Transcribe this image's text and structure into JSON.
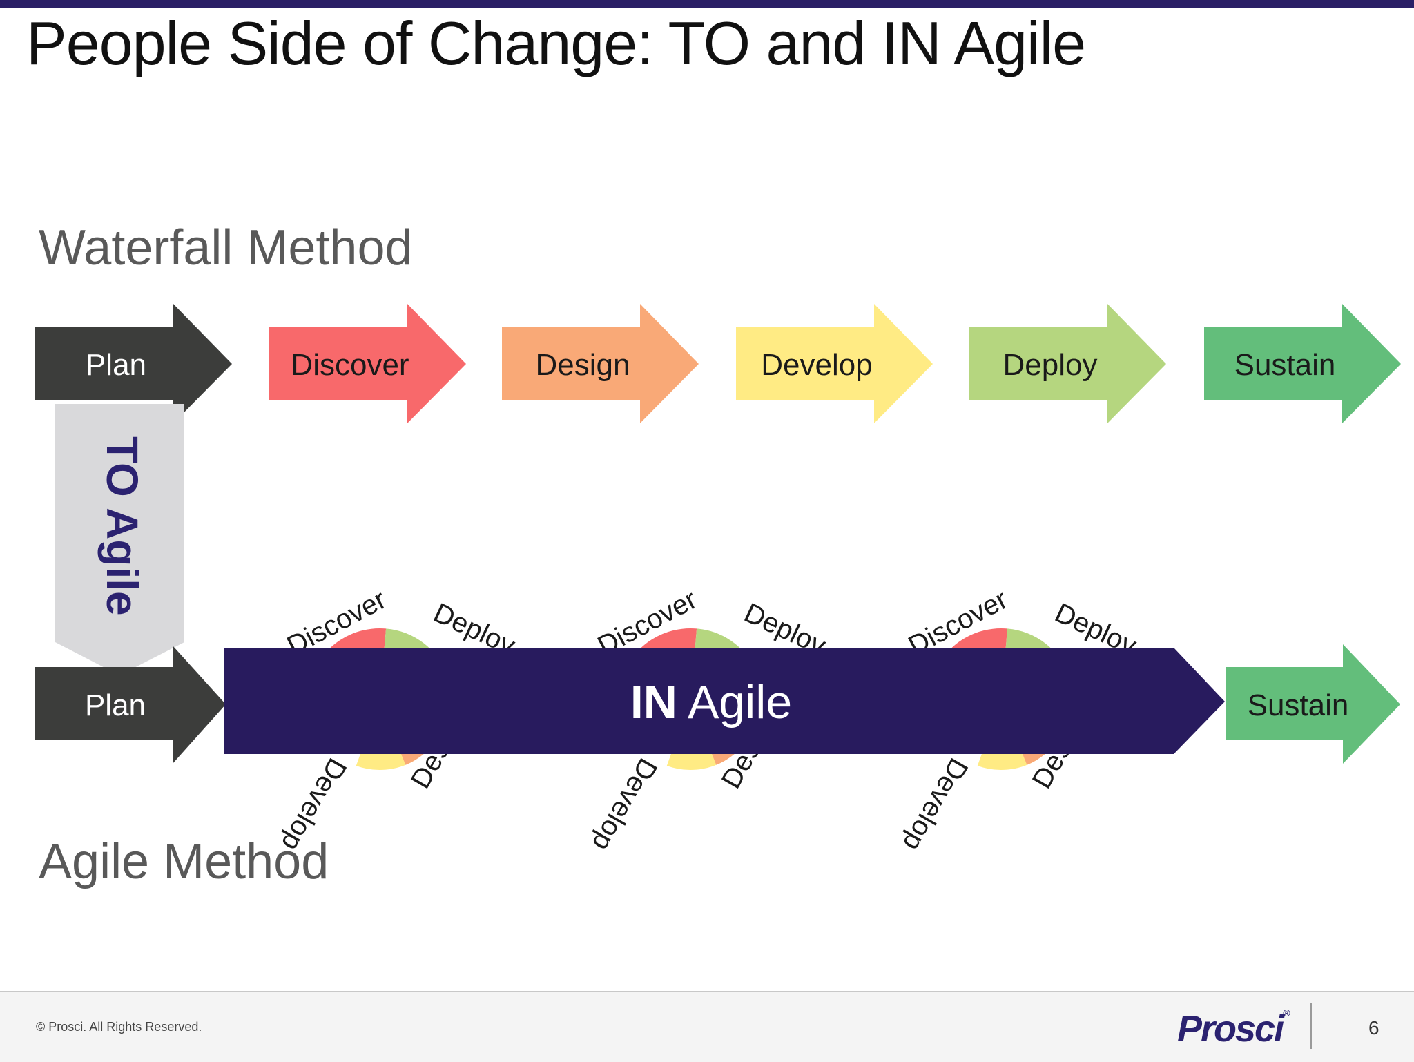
{
  "title": "People Side of Change: TO and IN Agile",
  "waterfall": {
    "label": "Waterfall Method",
    "stages": [
      {
        "label": "Plan",
        "color": "#3c3d3b",
        "text_color": "#ffffff"
      },
      {
        "label": "Discover",
        "color": "#f8696b",
        "text_color": "#1a1a1a"
      },
      {
        "label": "Design",
        "color": "#f9a977",
        "text_color": "#1a1a1a"
      },
      {
        "label": "Develop",
        "color": "#ffeb84",
        "text_color": "#1a1a1a"
      },
      {
        "label": "Deploy",
        "color": "#b5d67f",
        "text_color": "#1a1a1a"
      },
      {
        "label": "Sustain",
        "color": "#63be7b",
        "text_color": "#1a1a1a"
      }
    ]
  },
  "to_agile": {
    "label": "TO Agile",
    "color": "#d9d9db",
    "text_color": "#2b2270"
  },
  "agile": {
    "label": "Agile Method",
    "plan": {
      "label": "Plan",
      "color": "#3c3d3b"
    },
    "in_agile": {
      "bold": "IN",
      "rest": " Agile",
      "color": "#281b5e"
    },
    "sustain": {
      "label": "Sustain",
      "color": "#63be7b"
    },
    "cycle_words": {
      "discover": "Discover",
      "deploy": "Deploy",
      "develop": "Develop",
      "design": "Design"
    }
  },
  "footer": {
    "copyright": "© Prosci. All Rights Reserved.",
    "logo": "Prosci",
    "page_number": "6"
  }
}
